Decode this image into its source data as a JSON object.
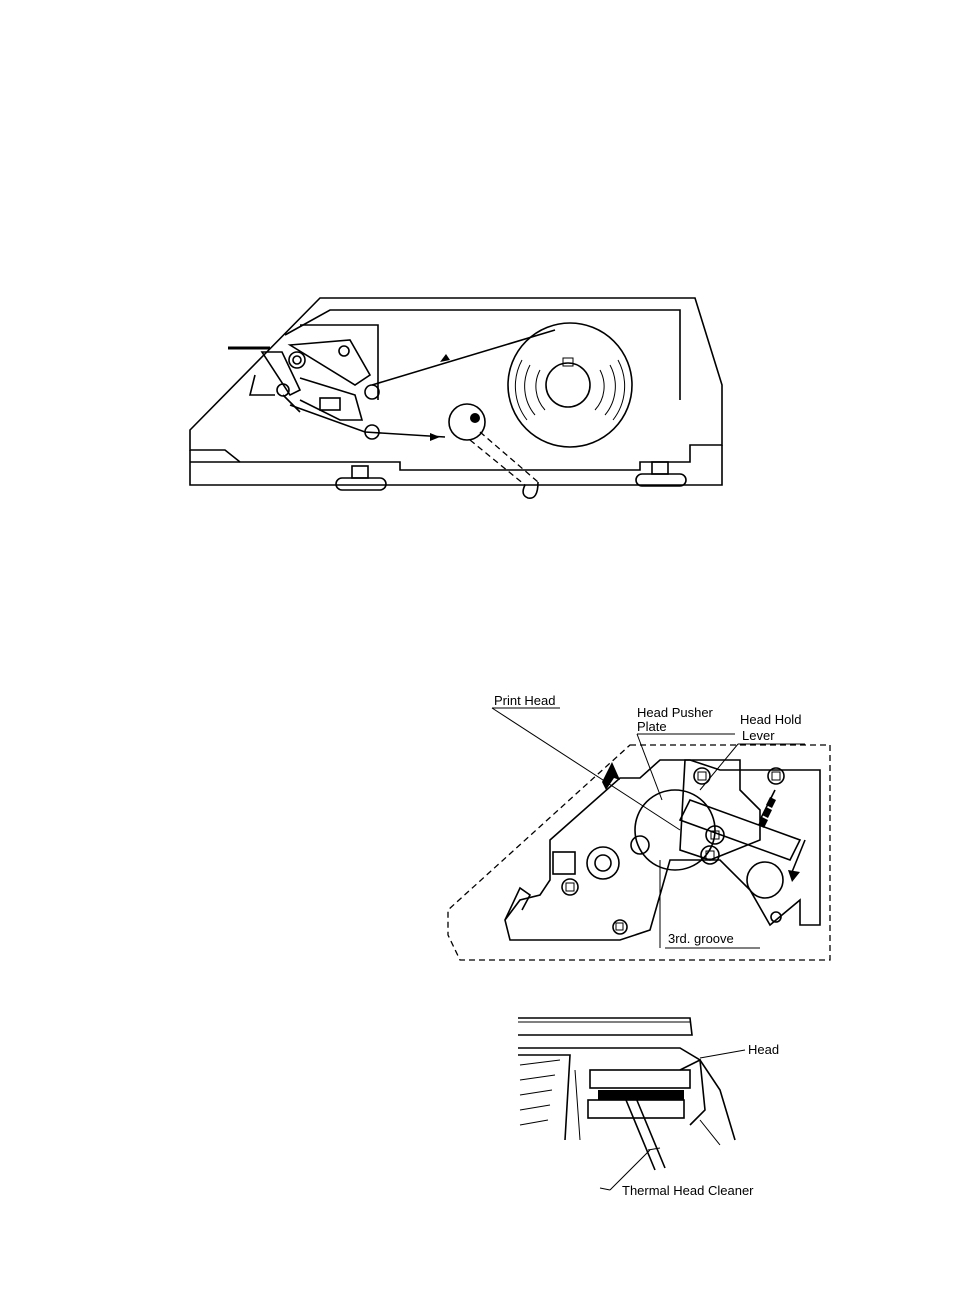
{
  "figure2": {
    "labels": {
      "print_head": "Print Head",
      "head_pusher_plate_1": "Head Pusher",
      "head_pusher_plate_2": "Plate",
      "head_hold_lever_1": "Head Hold",
      "head_hold_lever_2": "Lever",
      "third_groove": "3rd. groove"
    }
  },
  "figure3": {
    "labels": {
      "head": "Head",
      "thermal_head_cleaner": "Thermal Head Cleaner"
    }
  }
}
